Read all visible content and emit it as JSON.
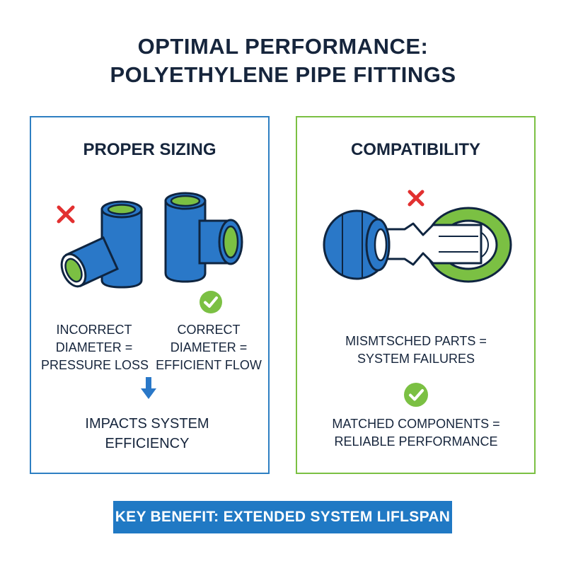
{
  "title": {
    "line1": "OPTIMAL PERFORMANCE:",
    "line2": "POLYETHYLENE PIPE FITTINGS"
  },
  "left_panel": {
    "heading": "PROPER SIZING",
    "incorrect": {
      "line1": "INCORRECT",
      "line2": "DIAMETER =",
      "line3": "PRESSURE LOSS"
    },
    "correct": {
      "line1": "CORRECT",
      "line2": "DIAMETER =",
      "line3": "EFFICIENT FLOW"
    },
    "impact": {
      "line1": "IMPACTS SYSTEM",
      "line2": "EFFICIENCY"
    }
  },
  "right_panel": {
    "heading": "COMPATIBILITY",
    "mismatch": {
      "line1": "MISMTSCHED PARTS =",
      "line2": "SYSTEM FAILURES"
    },
    "match": {
      "line1": "MATCHED COMPONENTS =",
      "line2": "RELIABLE PERFORMANCE"
    }
  },
  "banner": {
    "text": "KEY BENEFIT: EXTENDED SYSTEM LIFLSPAN"
  },
  "colors": {
    "blue_pipe": "#2a78c8",
    "green_accent": "#7bc043",
    "red_x": "#e23030",
    "dark_text": "#16253c",
    "left_border": "#2e7fc2",
    "right_border": "#7bc043",
    "banner_bg": "#2079c4"
  },
  "icons": {
    "left_wrong": "x-mark-icon",
    "left_right": "checkmark-icon",
    "left_arrow": "arrow-down-icon",
    "right_wrong": "x-mark-icon",
    "right_right": "checkmark-icon"
  }
}
